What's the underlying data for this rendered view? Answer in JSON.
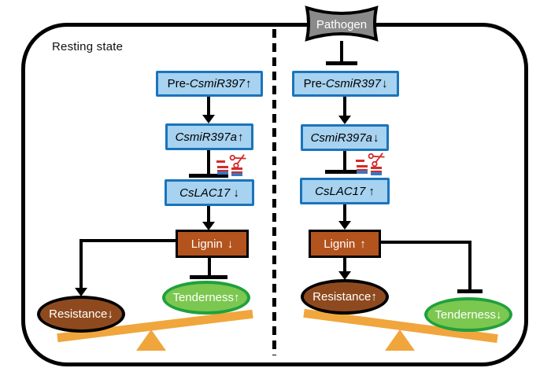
{
  "figure": {
    "left_panel": {
      "title": "Resting state",
      "nodes": {
        "pre": {
          "prefix": "Pre-",
          "gene": "CsmiR397",
          "arrow": "↑"
        },
        "mir": {
          "gene": "CsmiR397a",
          "arrow": "↑"
        },
        "lac": {
          "gene": "CsLAC17",
          "arrow": "↓"
        },
        "lignin": {
          "label": "Lignin",
          "arrow": "↓"
        },
        "resistance": {
          "label": "Resistance",
          "arrow": "↓"
        },
        "tenderness": {
          "label": "Tenderness",
          "arrow": "↑"
        }
      }
    },
    "right_panel": {
      "pathogen_label": "Pathogen",
      "nodes": {
        "pre": {
          "prefix": "Pre-",
          "gene": "CsmiR397",
          "arrow": "↓"
        },
        "mir": {
          "gene": "CsmiR397a",
          "arrow": "↓"
        },
        "lac": {
          "gene": "CsLAC17",
          "arrow": "↑"
        },
        "lignin": {
          "label": "Lignin",
          "arrow": "↑"
        },
        "resistance": {
          "label": "Resistance",
          "arrow": "↑"
        },
        "tenderness": {
          "label": "Tenderness",
          "arrow": "↓"
        }
      }
    },
    "colors": {
      "gene_box_fill": "#A7D2F0",
      "gene_box_border": "#1A74BC",
      "lignin_fill": "#B3531E",
      "resistance_fill": "#8E4A1E",
      "tenderness_fill": "#7CC750",
      "tenderness_border": "#1FA13C",
      "seesaw": "#F0A63C",
      "pathogen_fill": "#8A8A8A",
      "scissors_red": "#D42B2B"
    }
  }
}
